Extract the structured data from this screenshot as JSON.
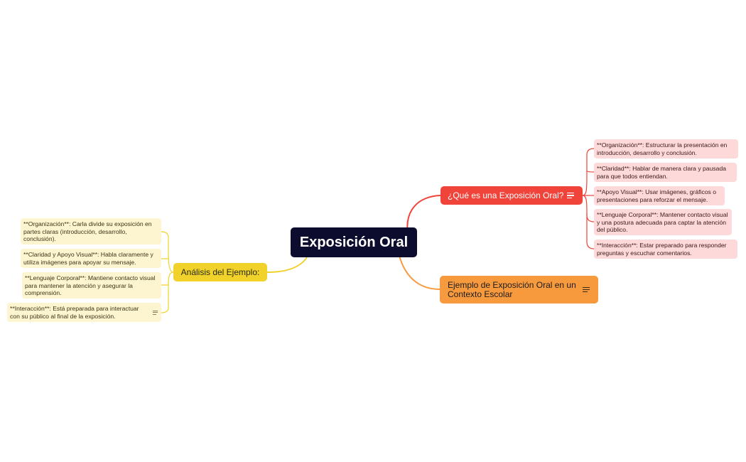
{
  "central": {
    "label": "Exposición Oral"
  },
  "topics": {
    "que_es": {
      "label": "¿Qué es una Exposición Oral?",
      "subtopics": [
        "**Organización**: Estructurar la presentación en introducción, desarrollo y conclusión.",
        "**Claridad**: Hablar de manera clara y pausada para que todos entiendan.",
        "**Apoyo Visual**: Usar imágenes, gráficos o presentaciones para reforzar el mensaje.",
        "**Lenguaje Corporal**: Mantener contacto visual y una postura adecuada para captar la atención del público.",
        "**Interacción**: Estar preparado para responder preguntas y escuchar comentarios."
      ]
    },
    "ejemplo": {
      "label": "Ejemplo de Exposición Oral en un Contexto Escolar"
    },
    "analisis": {
      "label": "Análisis del Ejemplo:",
      "subtopics": [
        "**Organización**: Carla divide su exposición en partes claras (introducción, desarrollo, conclusión).",
        "**Claridad y Apoyo Visual**: Habla claramente y utiliza imágenes para apoyar su mensaje.",
        "**Lenguaje Corporal**: Mantiene contacto visual para mantener la atención y asegurar la comprensión.",
        "**Interacción**: Está preparada para interactuar con su público al final de la exposición."
      ]
    }
  },
  "colors": {
    "central": "#0c0c2e",
    "red": "#f0433a",
    "orange": "#f79a3e",
    "yellow": "#f0d22a"
  },
  "icons": {
    "note": "notes-icon"
  }
}
